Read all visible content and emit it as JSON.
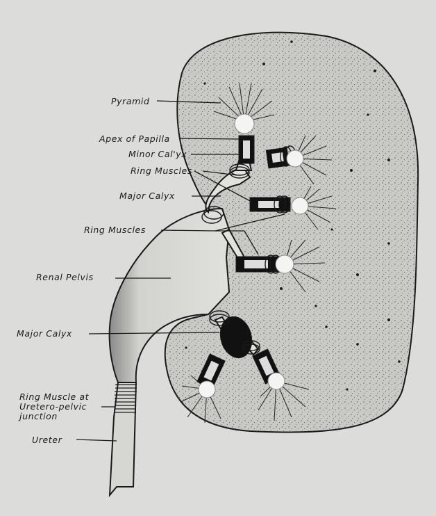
{
  "labels": {
    "pyramid": "Pyramid",
    "apex_of_papilla": "Apex of Papilla",
    "minor_calyx": "Minor Cal'yx",
    "ring_muscles_upper": "Ring Muscles",
    "major_calyx_upper": "Major Calyx",
    "ring_muscles_lower": "Ring Muscles",
    "renal_pelvis": "Renal Pelvis",
    "major_calyx_lower": "Major Calyx",
    "ring_muscle_upj": "Ring Muscle at Uretero-pelvic junction",
    "ureter": "Ureter"
  }
}
